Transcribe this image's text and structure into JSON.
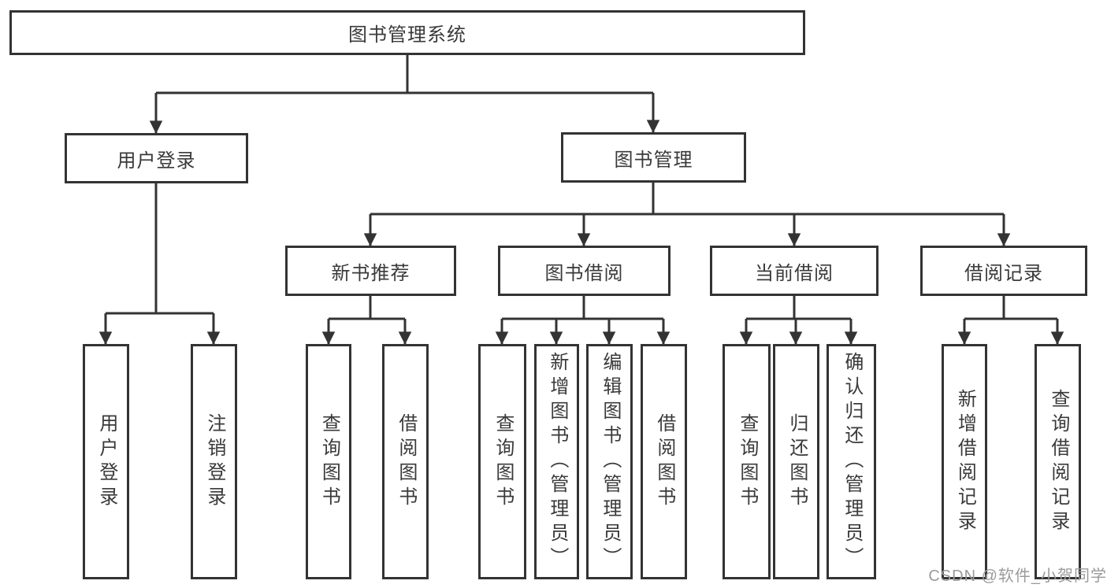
{
  "diagram_title": "图书管理系统",
  "nodes": {
    "root": "图书管理系统",
    "user_login": "用户登录",
    "book_mgmt": "图书管理",
    "recommend": "新书推荐",
    "borrow": "图书借阅",
    "current": "当前借阅",
    "records": "借阅记录"
  },
  "leaves": {
    "user": [
      "用户登录",
      "注销登录"
    ],
    "recommend": [
      "查询图书",
      "借阅图书"
    ],
    "borrow": [
      "查询图书",
      "新增图书（管理员）",
      "编辑图书（管理员）",
      "借阅图书"
    ],
    "current": [
      "查询图书",
      "归还图书",
      "确认归还（管理员）"
    ],
    "records": [
      "新增借阅记录",
      "查询借阅记录"
    ]
  },
  "watermark": "CSDN @软件_小贺同学",
  "colors": {
    "line": "#333333",
    "text": "#3a3a3a",
    "watermark": "#9b9b9b",
    "background": "#ffffff"
  }
}
